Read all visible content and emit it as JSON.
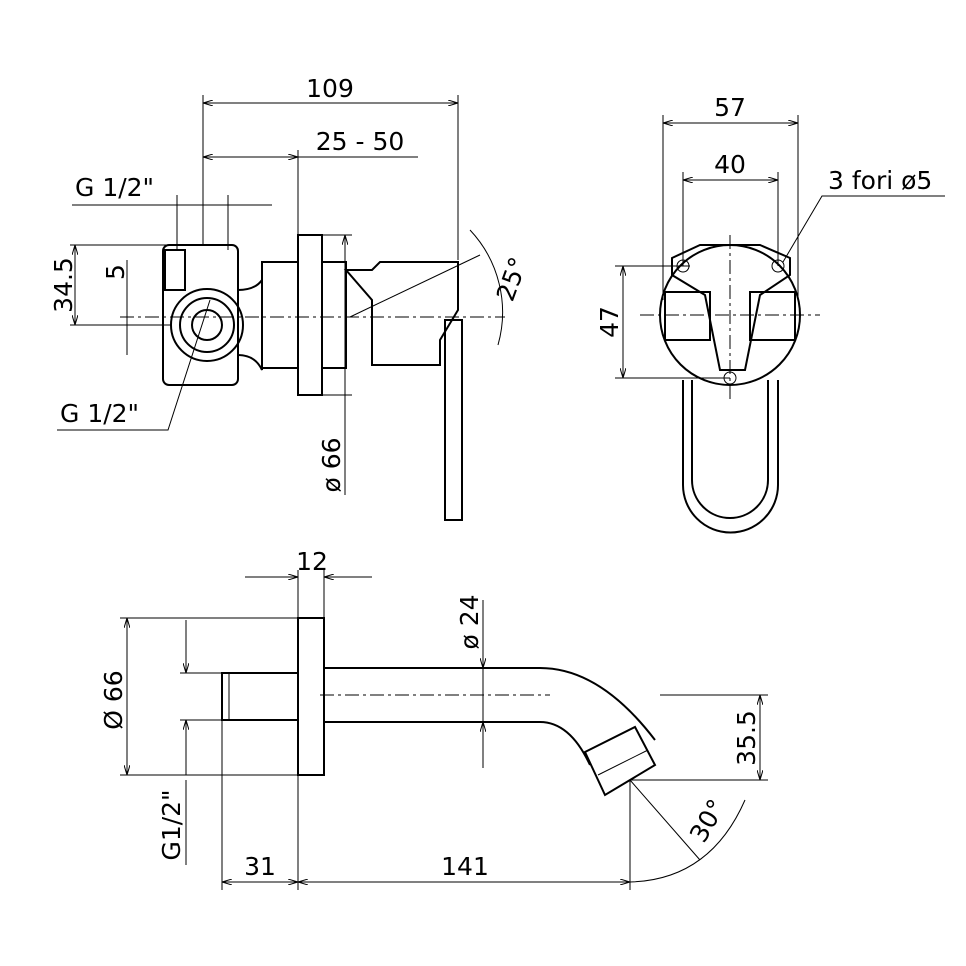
{
  "top_view": {
    "dim_total": "109",
    "dim_range": "25 - 50",
    "thread_top": "G 1/2\"",
    "dim_height": "34.5",
    "dim_offset": "5",
    "thread_bottom": "G 1/2\"",
    "angle": "25°",
    "flange_diameter": "ø 66"
  },
  "front_view": {
    "dim_width": "57",
    "dim_holes": "40",
    "holes_note": "3 fori ø5",
    "dim_height": "47"
  },
  "spout_view": {
    "flange_thickness": "12",
    "spout_diameter": "ø 24",
    "flange_diameter": "Ø 66",
    "thread": "G1/2\"",
    "dim_drop": "35.5",
    "dim_inlet": "31",
    "dim_length": "141",
    "angle": "30°"
  }
}
